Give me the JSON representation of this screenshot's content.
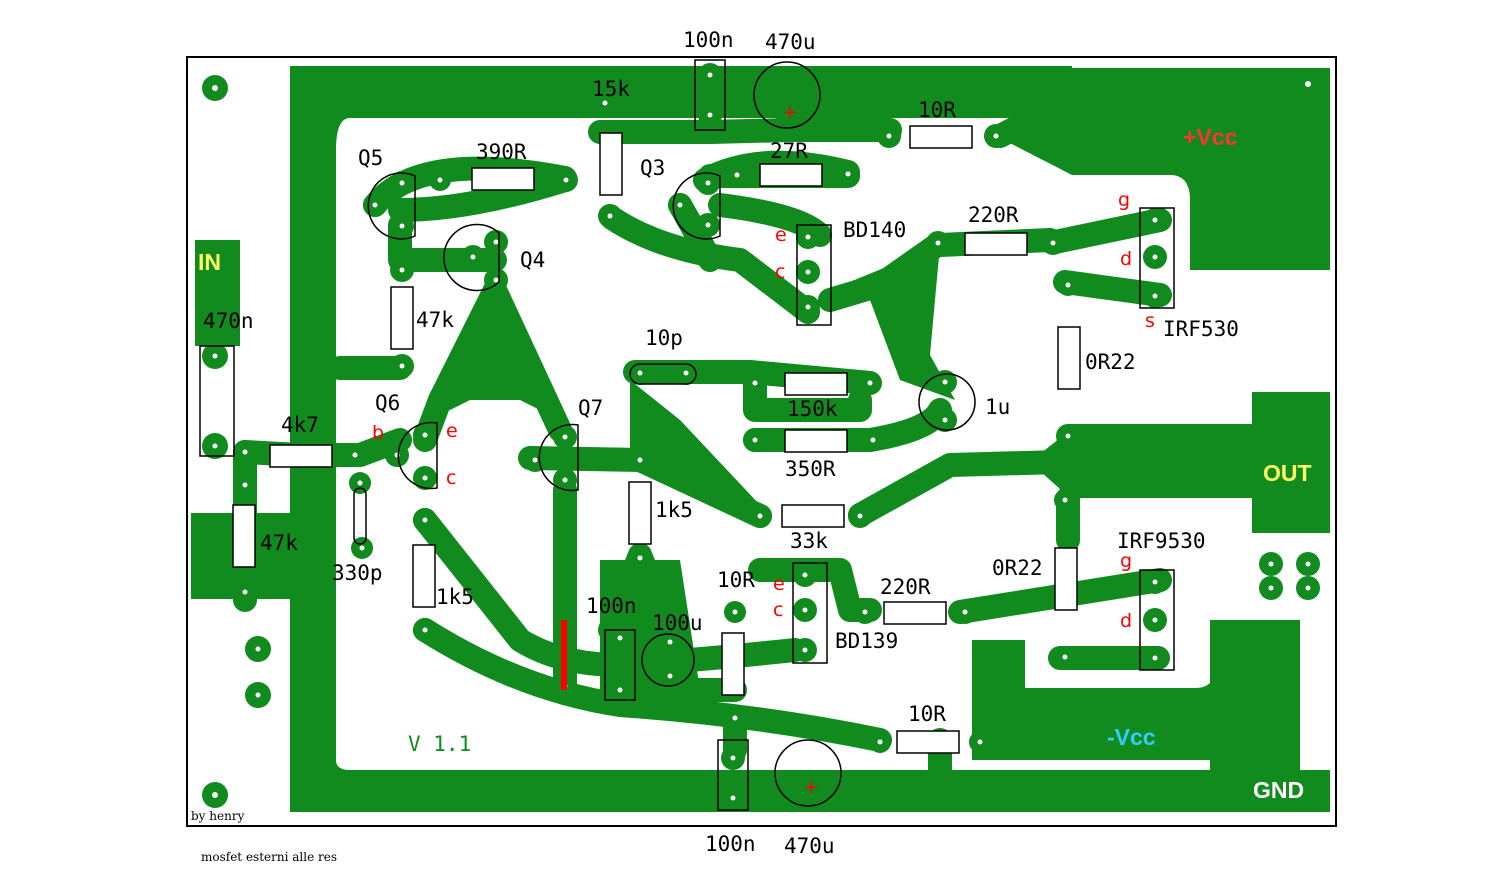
{
  "colors": {
    "copper": "#118a1e",
    "pad_hole": "#ffffff",
    "outline": "#000000",
    "label": "#000000",
    "pin_label": "#ff0000",
    "in_label": "#ffff66",
    "out_label": "#ffff66",
    "gnd_label": "#ffffff",
    "vcc_pos": "#ff3333",
    "vcc_neg": "#33ccff",
    "version": "#118a1e",
    "jumper": "#ff0000"
  },
  "connectors": {
    "in": "IN",
    "out": "OUT",
    "gnd": "GND",
    "vcc_pos": "+Vcc",
    "vcc_neg": "-Vcc"
  },
  "version": "V 1.1",
  "author": "by henry",
  "note": "mosfet esterni alle res",
  "components": {
    "c_top_100n": "100n",
    "c_top_470u": "470u",
    "c_bot_100n": "100n",
    "c_bot_470u": "470u",
    "r_15k": "15k",
    "r_10r_top": "10R",
    "r_390r": "390R",
    "r_27r": "27R",
    "r_220r_top": "220R",
    "r_47k_mid": "47k",
    "r_0r22_top": "0R22",
    "r_4k7": "4k7",
    "r_47k_in": "47k",
    "c_470n": "470n",
    "c_330p": "330p",
    "c_10p": "10p",
    "r_150k": "150k",
    "r_350r": "350R",
    "r_33k": "33k",
    "c_1u": "1u",
    "r_1k5_mid": "1k5",
    "r_1k5_left": "1k5",
    "c_100n_mid": "100n",
    "c_100u": "100u",
    "r_10r_mid": "10R",
    "r_220r_bot": "220R",
    "r_0r22_bot": "0R22",
    "r_10r_bot": "10R",
    "q3": "Q3",
    "q4": "Q4",
    "q5": "Q5",
    "q6": "Q6",
    "q7": "Q7",
    "bd140": "BD140",
    "bd139": "BD139",
    "irf530": "IRF530",
    "irf9530": "IRF9530"
  },
  "pins": {
    "bd140_e": "e",
    "bd140_c": "c",
    "bd139_e": "e",
    "bd139_c": "c",
    "q6_b": "b",
    "q6_e": "e",
    "q6_c": "c",
    "irf530_g": "g",
    "irf530_d": "d",
    "irf530_s": "s",
    "irf9530_g": "g",
    "irf9530_d": "d"
  }
}
